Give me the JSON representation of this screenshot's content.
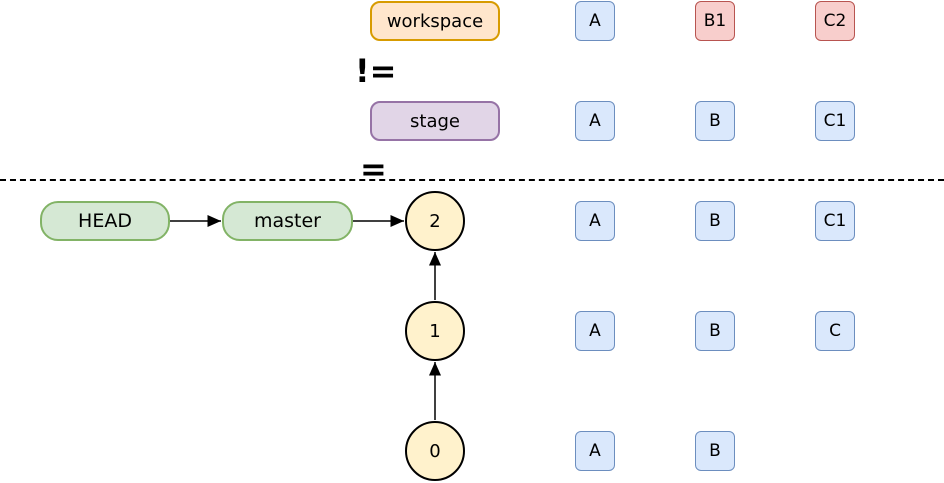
{
  "areas": {
    "workspace": "workspace",
    "stage": "stage"
  },
  "operators": {
    "not_equal": "!=",
    "equal": "="
  },
  "refs": {
    "head": "HEAD",
    "master": "master"
  },
  "commits": [
    "2",
    "1",
    "0"
  ],
  "rows": {
    "workspace": [
      "A",
      "B1",
      "C2"
    ],
    "stage": [
      "A",
      "B",
      "C1"
    ],
    "commit_2": [
      "A",
      "B",
      "C1"
    ],
    "commit_1": [
      "A",
      "B",
      "C"
    ],
    "commit_0": [
      "A",
      "B"
    ]
  },
  "colors": {
    "unchanged_file": "#dae8fc",
    "modified_file": "#f8cecc",
    "workspace": "#ffe6cc",
    "stage": "#e1d5e7",
    "ref": "#d5e8d4",
    "commit": "#fff2cc"
  }
}
